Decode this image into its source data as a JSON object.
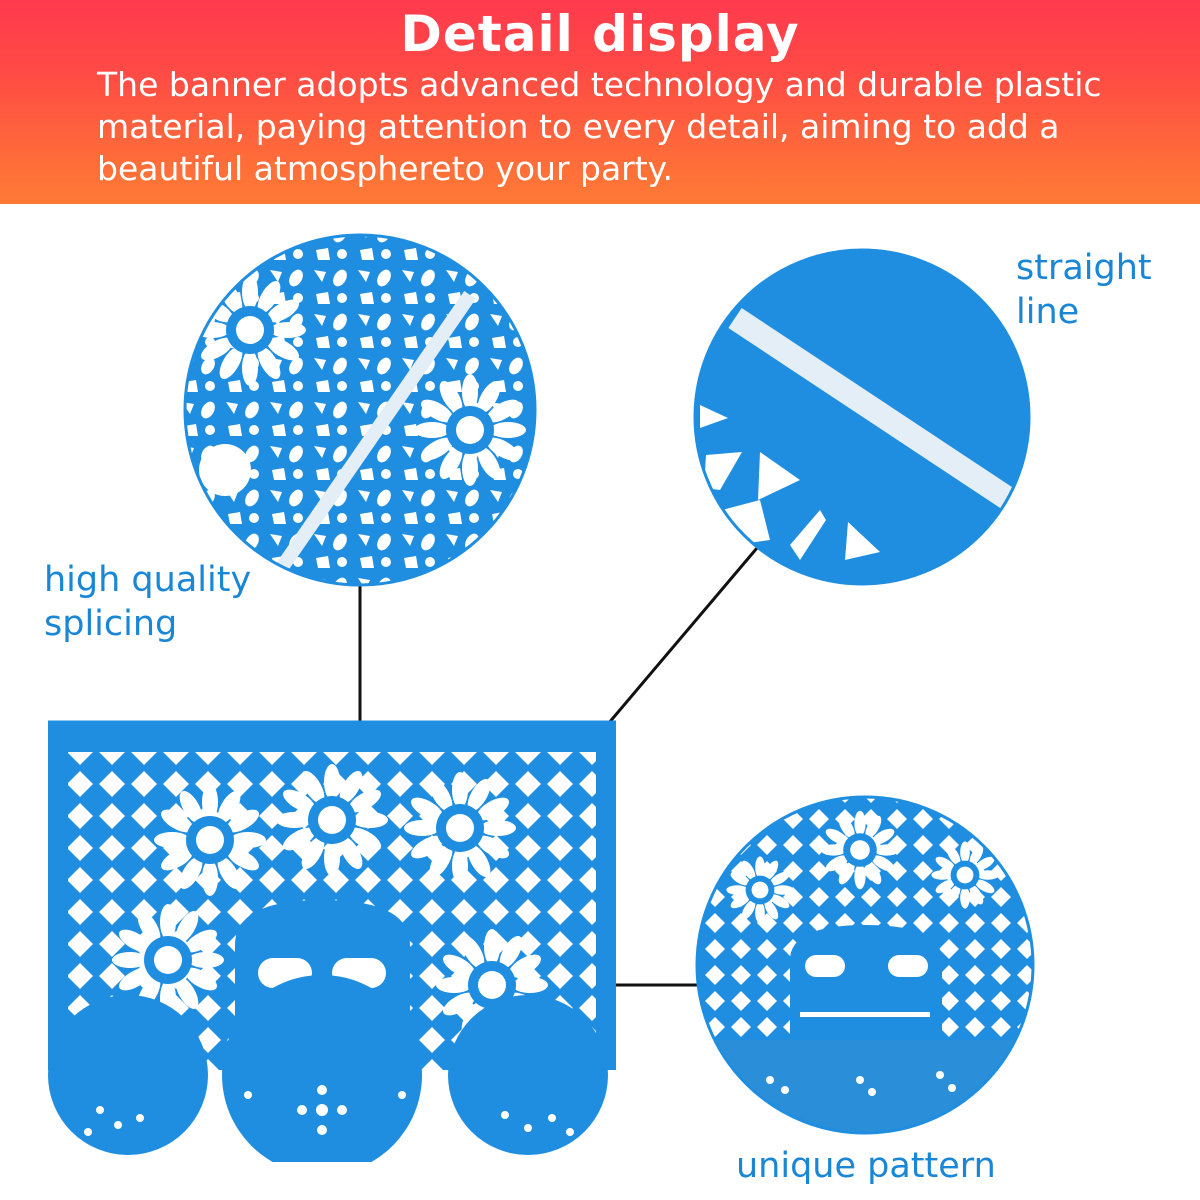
{
  "header": {
    "title": "Detail display",
    "description": "The banner adopts advanced technology and durable plastic material, paying attention to every detail, aiming to add a beautiful atmosphereto your party."
  },
  "callouts": {
    "splicing": "high quality splicing",
    "straight_line": "straight line",
    "pattern": "unique pattern"
  },
  "colors": {
    "banner_blue": "#1f8ee0",
    "label_blue": "#1a86d6",
    "header_gradient": [
      "#ff3a4e",
      "#ff7a35"
    ]
  }
}
